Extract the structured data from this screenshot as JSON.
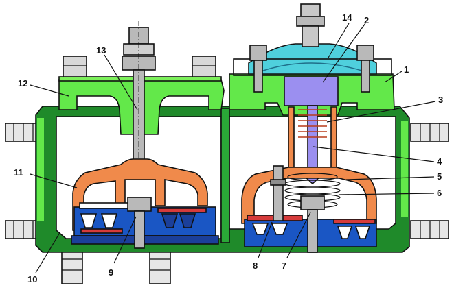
{
  "colors": {
    "housing": "#1f8a2a",
    "housing_light": "#63e84a",
    "bracket": "#f08a4b",
    "valve_body": "#1a56c4",
    "stem": "#9b8ff0",
    "nut": "#b9b9b9",
    "cap": "#4fd0dd",
    "seal": "#d63b3b",
    "outline": "#111111"
  },
  "labels": [
    {
      "id": "1",
      "text": "1"
    },
    {
      "id": "2",
      "text": "2"
    },
    {
      "id": "3",
      "text": "3"
    },
    {
      "id": "4",
      "text": "4"
    },
    {
      "id": "5",
      "text": "5"
    },
    {
      "id": "6",
      "text": "6"
    },
    {
      "id": "7",
      "text": "7"
    },
    {
      "id": "8",
      "text": "8"
    },
    {
      "id": "9",
      "text": "9"
    },
    {
      "id": "10",
      "text": "10"
    },
    {
      "id": "11",
      "text": "11"
    },
    {
      "id": "12",
      "text": "12"
    },
    {
      "id": "13",
      "text": "13"
    },
    {
      "id": "14",
      "text": "14"
    }
  ]
}
